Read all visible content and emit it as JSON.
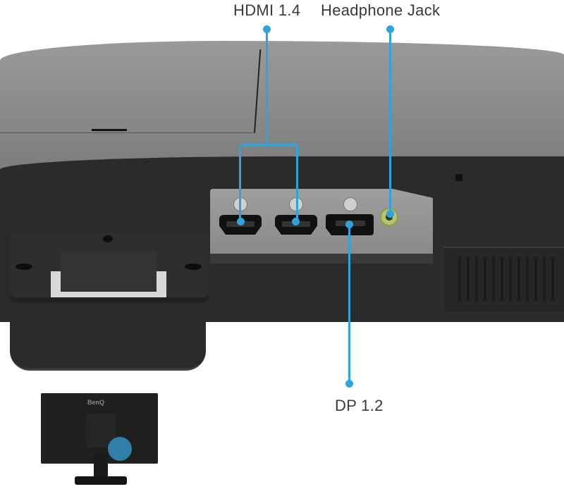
{
  "labels": {
    "hdmi": "HDMI 1.4",
    "headphone": "Headphone Jack",
    "dp": "DP 1.2"
  },
  "colors": {
    "callout_line": "#2fa3dc",
    "label_text": "#3a3a3a",
    "monitor_upper": "#8a8a8a",
    "monitor_lower": "#2a2a2a",
    "jack_ring": "#b5c56a",
    "thumbnail_highlight": "#2f7fa8"
  },
  "thumbnail": {
    "brand": "BenQ"
  },
  "ports": [
    {
      "type": "HDMI",
      "version": "1.4"
    },
    {
      "type": "HDMI",
      "version": "1.4"
    },
    {
      "type": "DisplayPort",
      "version": "1.2"
    },
    {
      "type": "Headphone Jack",
      "version": ""
    }
  ]
}
